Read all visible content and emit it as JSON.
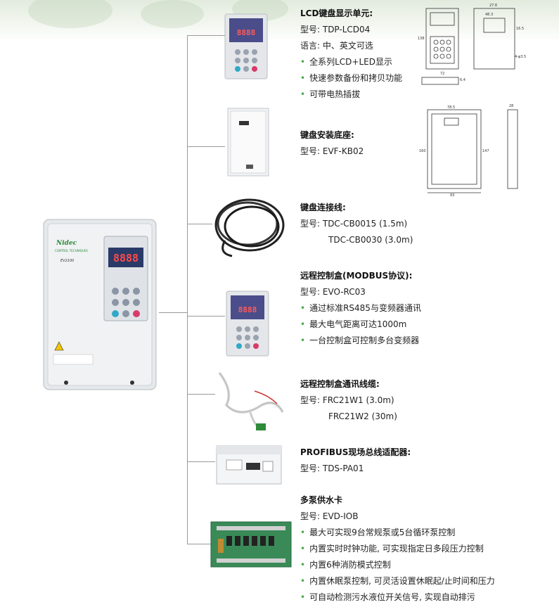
{
  "items": [
    {
      "title": "LCD键盘显示单元:",
      "lines": [
        "型号: TDP-LCD04",
        "语言: 中、英文可选"
      ],
      "bullets": [
        "全系列LCD+LED显示",
        "快速参数备份和拷贝功能",
        "可带电热插拔"
      ]
    },
    {
      "title": "键盘安装底座:",
      "lines": [
        "型号: EVF-KB02"
      ],
      "bullets": []
    },
    {
      "title": "键盘连接线:",
      "lines": [
        "型号: TDC-CB0015 (1.5m)"
      ],
      "extra": "TDC-CB0030 (3.0m)",
      "bullets": []
    },
    {
      "title": "远程控制盒(MODBUS协议):",
      "lines": [
        "型号: EVO-RC03"
      ],
      "bullets": [
        "通过标准RS485与变频器通讯",
        "最大电气距离可达1000m",
        "一台控制盒可控制多台变频器"
      ]
    },
    {
      "title": "远程控制盒通讯线缆:",
      "lines": [
        "型号: FRC21W1 (3.0m)"
      ],
      "extra": "FRC21W2 (30m)",
      "bullets": []
    },
    {
      "title": "PROFIBUS现场总线适配器:",
      "lines": [
        "型号: TDS-PA01"
      ],
      "bullets": []
    },
    {
      "title": "多泵供水卡",
      "lines": [
        "型号: EVD-IOB"
      ],
      "bullets": [
        "最大可实现9台常规泵或5台循环泵控制",
        "内置实时时钟功能, 可实现指定日多段压力控制",
        "内置6种消防模式控制",
        "内置休眠泵控制, 可灵活设置休眠起/止时间和压力",
        "可自动检测污水液位开关信号, 实现自动排污"
      ]
    }
  ],
  "drive": {
    "brand": "Nidec",
    "sub": "CONTROL TECHNIQUES",
    "model": "EV2100",
    "display": "8888"
  },
  "keypad_display": "8888",
  "dims": {
    "d1_top1": "27.6",
    "d1_top2": "48.3",
    "d1_w": "72",
    "d1_h": "138",
    "d1_h2": "16.5",
    "d1_side": "4-φ3.5",
    "d1_s2": "6.4",
    "d2_top": "78.5",
    "d2_w": "93",
    "d2_h1": "160",
    "d2_h2": "147",
    "d2_side": "28"
  },
  "colors": {
    "bullet": "#4aa84a",
    "drive_body": "#e4e7ea",
    "button_blue": "#2fa9c8",
    "button_red": "#d83a6a"
  }
}
